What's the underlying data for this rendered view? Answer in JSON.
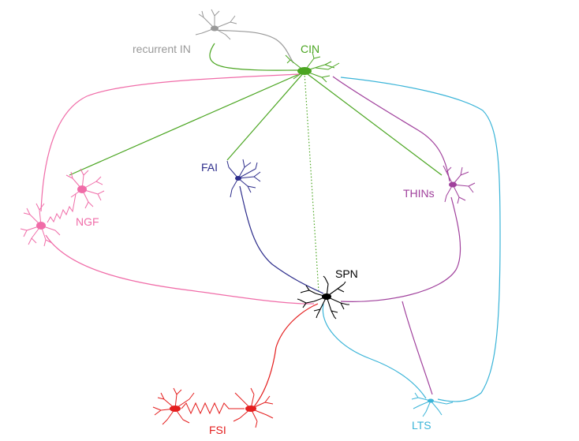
{
  "labels": {
    "recurrent_in": "recurrent IN",
    "cin": "CIN",
    "fai": "FAI",
    "thins": "THINs",
    "ngf": "NGF",
    "spn": "SPN",
    "fsi": "FSI",
    "lts": "LTS"
  },
  "colors": {
    "recurrent_in": "#999999",
    "cin": "#4aa520",
    "fai": "#2e2e8c",
    "thins": "#a0409c",
    "ngf": "#f06ca8",
    "spn": "#000000",
    "fsi": "#e41e1e",
    "lts": "#3ab4d8"
  }
}
